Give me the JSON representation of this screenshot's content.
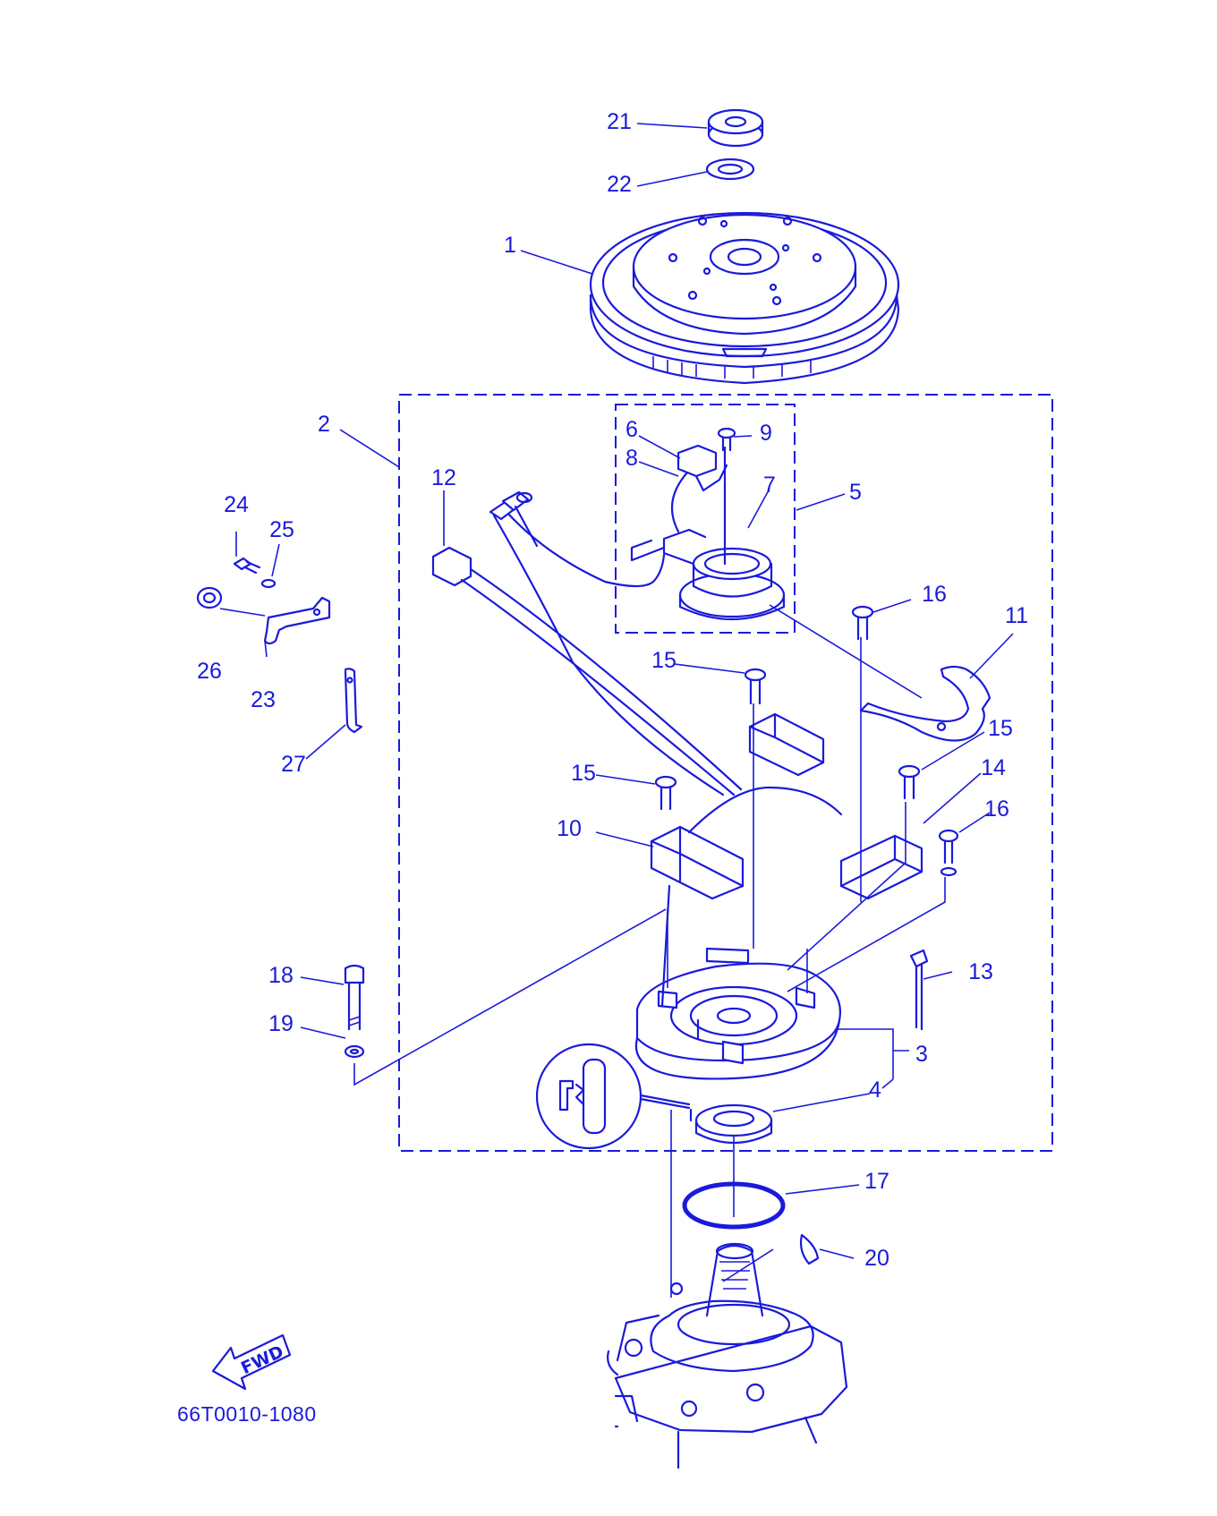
{
  "diagram": {
    "ink_color": "#1a1adb",
    "background": "#ffffff",
    "drawing_number": "66T0010-1080",
    "direction_mark": "FWD",
    "callouts": [
      "1",
      "2",
      "3",
      "4",
      "5",
      "6",
      "7",
      "8",
      "9",
      "10",
      "11",
      "12",
      "13",
      "14",
      "15",
      "16",
      "17",
      "18",
      "19",
      "20",
      "21",
      "22",
      "23",
      "24",
      "25",
      "26",
      "27"
    ],
    "parts": [
      {
        "ref": "1",
        "name": "flywheel"
      },
      {
        "ref": "2",
        "name": "stator-assembly"
      },
      {
        "ref": "3",
        "name": "base-plate"
      },
      {
        "ref": "4",
        "name": "bushing"
      },
      {
        "ref": "5",
        "name": "pulser-coil-assembly"
      },
      {
        "ref": "6",
        "name": "connector"
      },
      {
        "ref": "7",
        "name": "pulser-coil"
      },
      {
        "ref": "8",
        "name": "lead-clamp"
      },
      {
        "ref": "9",
        "name": "screw"
      },
      {
        "ref": "10",
        "name": "charge-coil"
      },
      {
        "ref": "11",
        "name": "retaining-ring"
      },
      {
        "ref": "12",
        "name": "wire-harness-connector"
      },
      {
        "ref": "13",
        "name": "cable-tie"
      },
      {
        "ref": "14",
        "name": "lighting-coil"
      },
      {
        "ref": "15",
        "name": "screw"
      },
      {
        "ref": "16",
        "name": "screw"
      },
      {
        "ref": "17",
        "name": "o-ring"
      },
      {
        "ref": "18",
        "name": "bolt"
      },
      {
        "ref": "19",
        "name": "washer"
      },
      {
        "ref": "20",
        "name": "woodruff-key"
      },
      {
        "ref": "21",
        "name": "nut"
      },
      {
        "ref": "22",
        "name": "washer"
      },
      {
        "ref": "23",
        "name": "lead-holder"
      },
      {
        "ref": "24",
        "name": "bolt"
      },
      {
        "ref": "25",
        "name": "washer"
      },
      {
        "ref": "26",
        "name": "grommet"
      },
      {
        "ref": "27",
        "name": "clip"
      }
    ]
  }
}
